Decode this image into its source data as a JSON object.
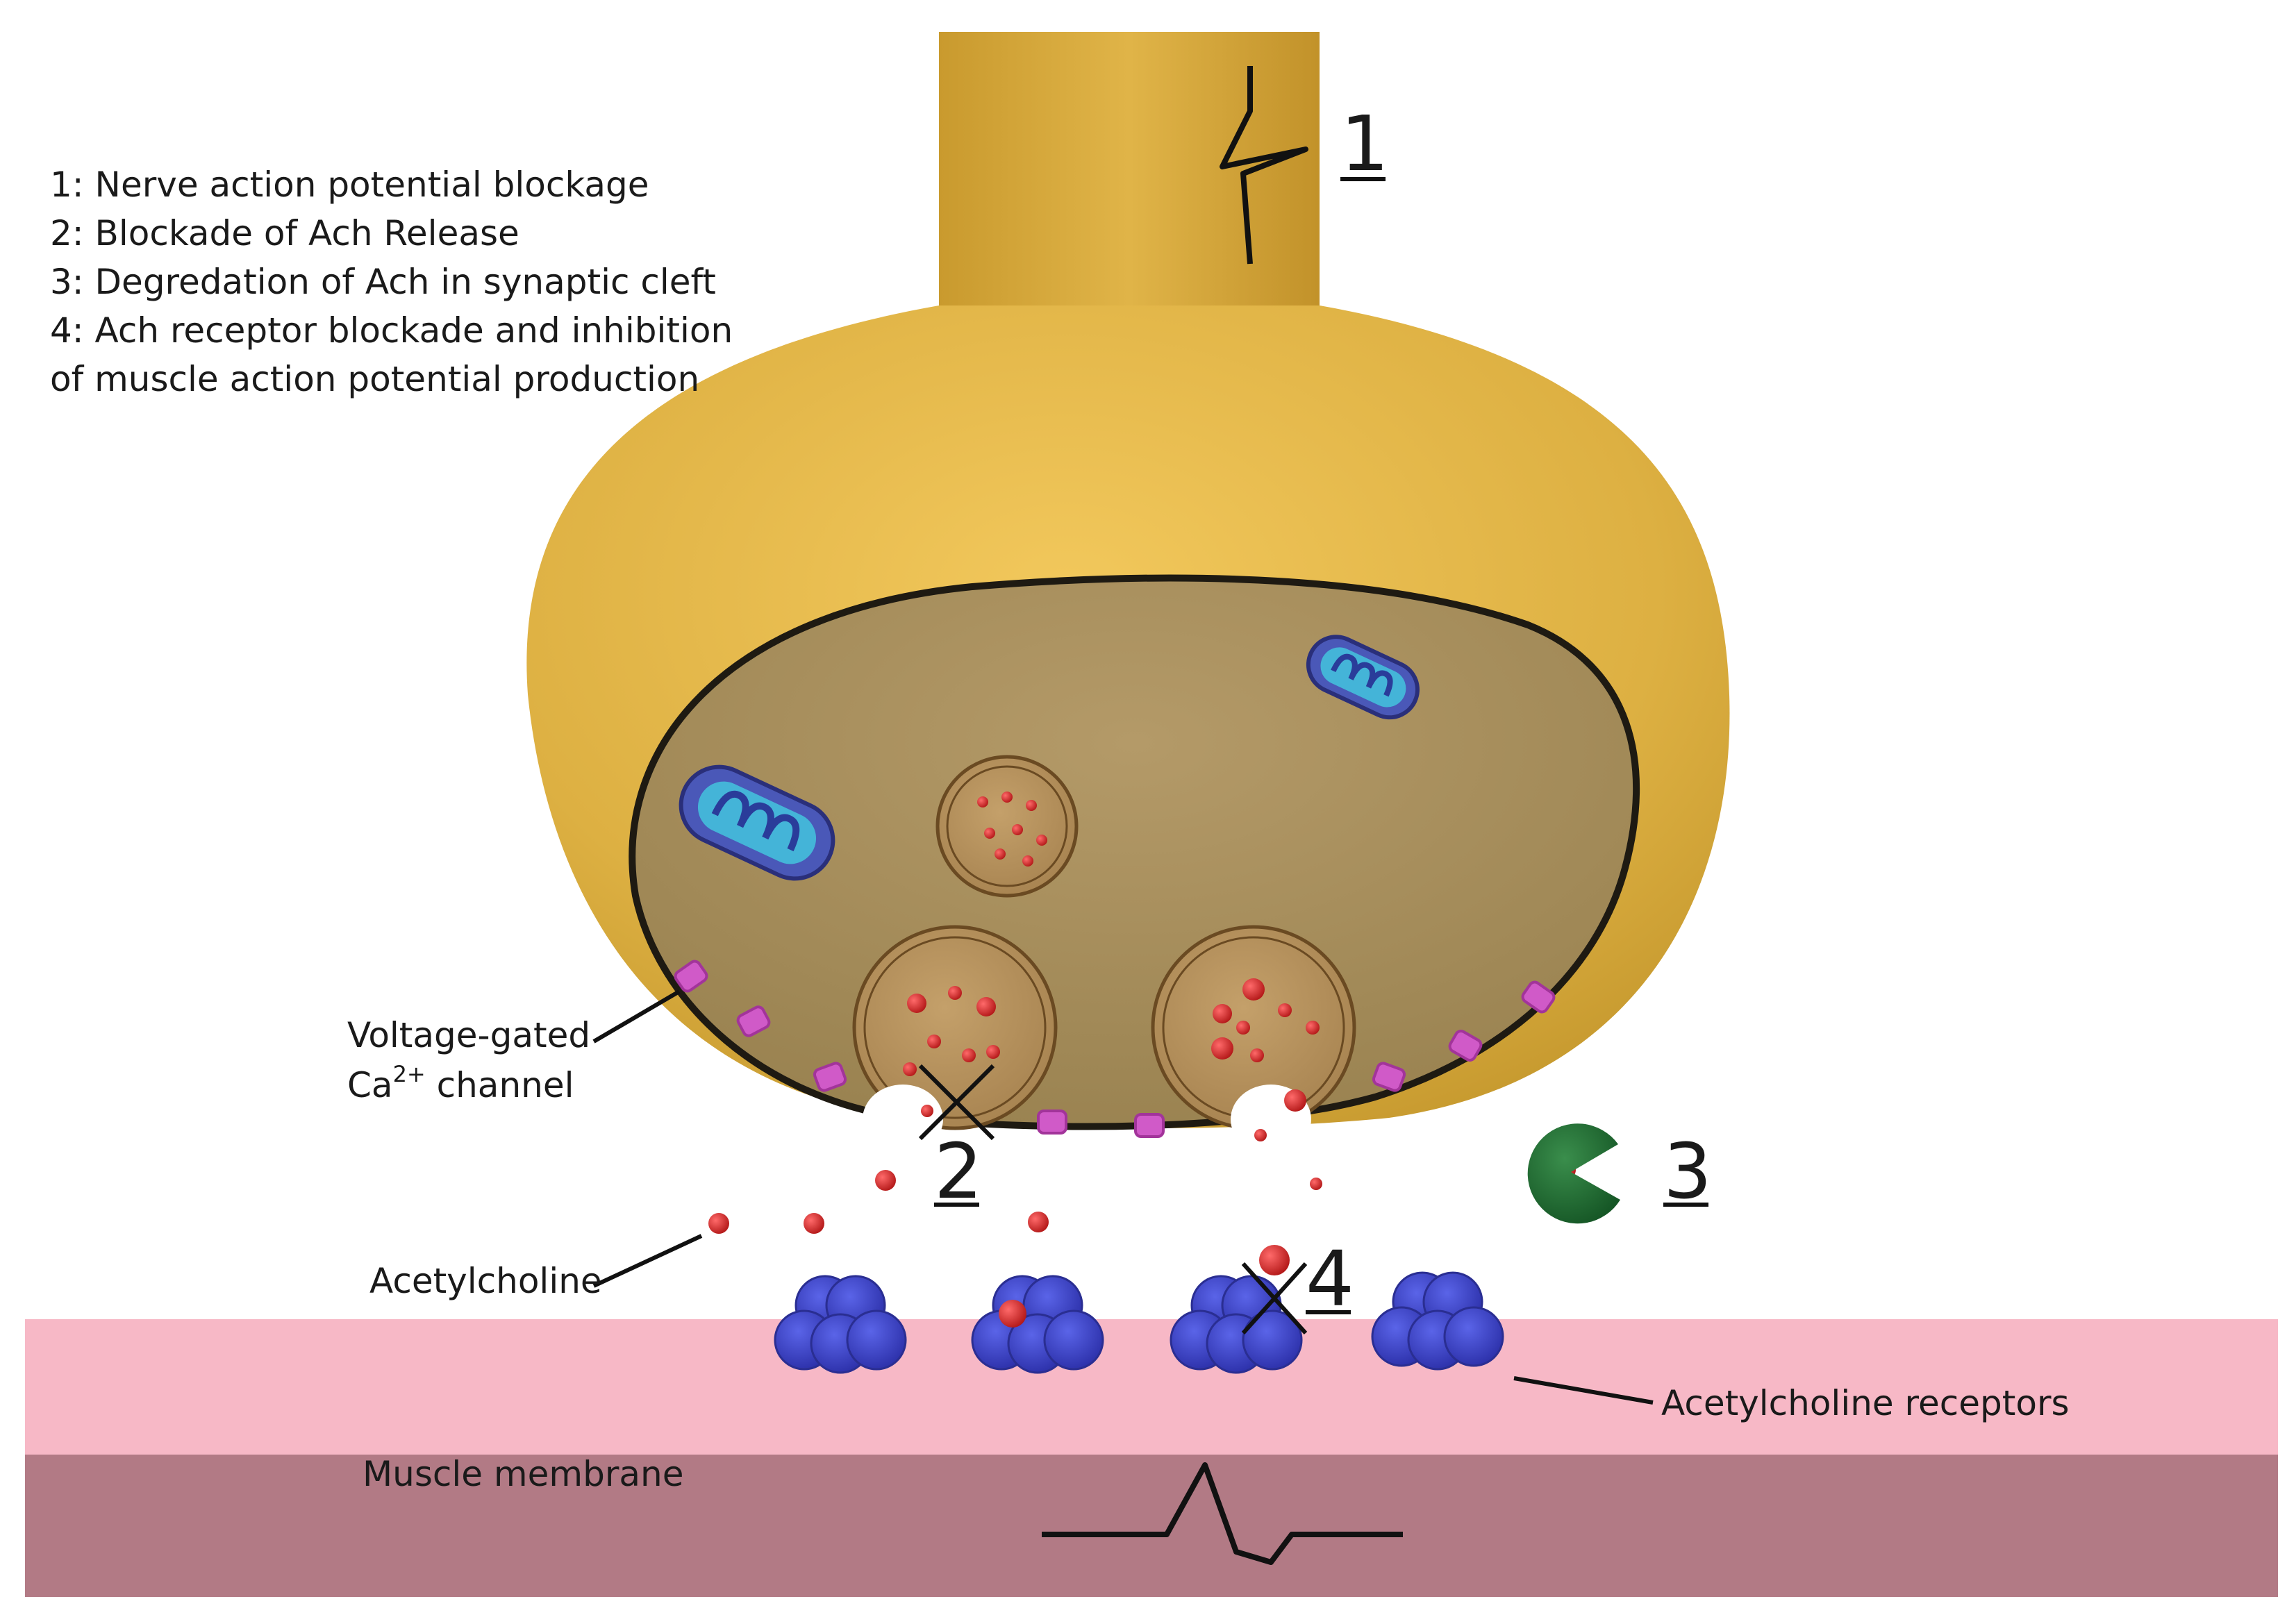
{
  "legend": {
    "items": [
      "1: Nerve action potential blockage",
      "2: Blockade of Ach Release",
      "3: Degredation of Ach in synaptic cleft",
      "4: Ach receptor blockade and inhibition",
      "of muscle action potential production"
    ]
  },
  "labels": {
    "vgcc_line1": "Voltage-gated",
    "vgcc_ca": "Ca",
    "vgcc_charge": "2+",
    "vgcc_channel": " channel",
    "acetylcholine": "Acetylcholine",
    "receptors": "Acetylcholine receptors",
    "muscle_membrane": "Muscle membrane"
  },
  "markers": {
    "site1": "1",
    "site2": "2",
    "site3": "3",
    "site4": "4"
  },
  "colors": {
    "axon": "#d4aa3c",
    "terminal": "#e3b64a",
    "cytoplasm": "#a78d5a",
    "ca_channel": "#d05ac8",
    "ach": "#d42020",
    "receptor": "#3a3fc4",
    "enzyme": "#1f6b32",
    "cleft_membrane": "#f7b8c6",
    "muscle": "#b27a85",
    "mitochondria": "#4a58b8"
  }
}
